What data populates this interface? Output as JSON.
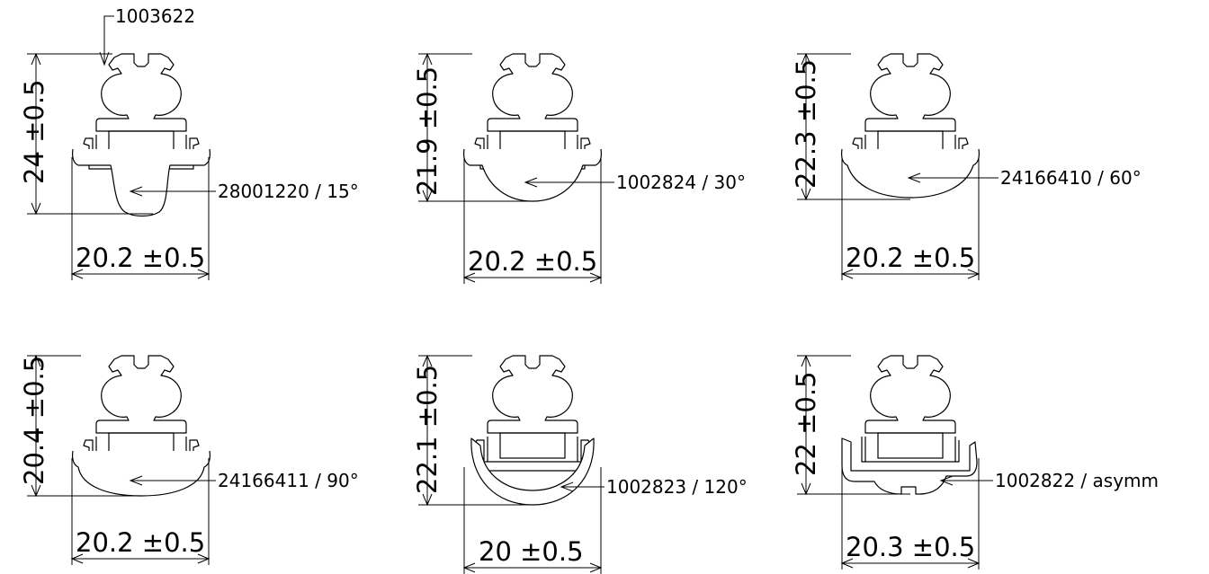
{
  "top_label": "1003622",
  "profiles": [
    {
      "part": "28001220 / 15°",
      "height": "24 ±0.5",
      "width": "20.2 ±0.5"
    },
    {
      "part": "1002824 / 30°",
      "height": "21.9 ±0.5",
      "width": "20.2 ±0.5"
    },
    {
      "part": "24166410 / 60°",
      "height": "22.3 ±0.5",
      "width": "20.2 ±0.5"
    },
    {
      "part": "24166411 / 90°",
      "height": "20.4 ±0.5",
      "width": "20.2 ±0.5"
    },
    {
      "part": "1002823 / 120°",
      "height": "22.1 ±0.5",
      "width": "20 ±0.5"
    },
    {
      "part": "1002822 / asymm",
      "height": "22 ±0.5",
      "width": "20.3 ±0.5"
    }
  ]
}
